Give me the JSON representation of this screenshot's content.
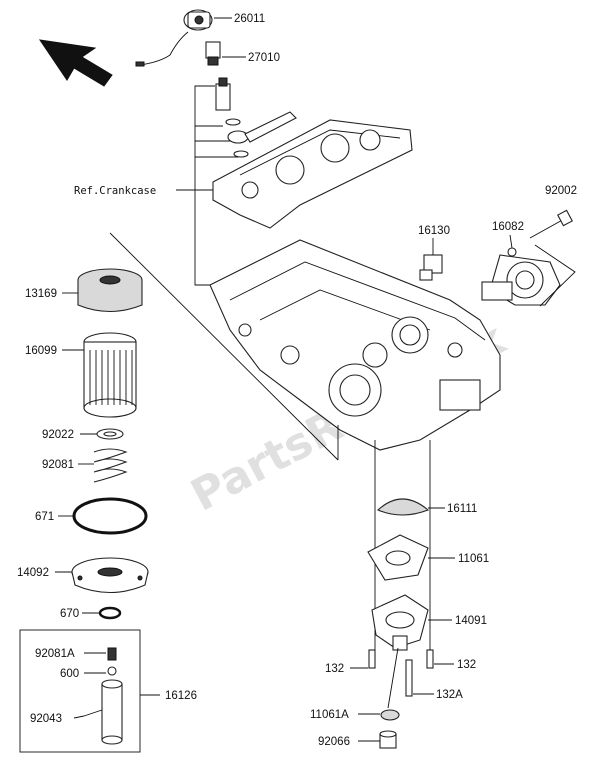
{
  "watermark": "PartsRepublik",
  "reference_label": "Ref.Crankcase",
  "callouts": {
    "c26011": "26011",
    "c27010": "27010",
    "c92002": "92002",
    "c16082": "16082",
    "c16130": "16130",
    "c13169": "13169",
    "c16099": "16099",
    "c92022": "92022",
    "c92081": "92081",
    "c671": "671",
    "c14092": "14092",
    "c670": "670",
    "c92081A": "92081A",
    "c600": "600",
    "c16126": "16126",
    "c92043": "92043",
    "c16111": "16111",
    "c11061": "11061",
    "c14091": "14091",
    "c132_left": "132",
    "c132_right": "132",
    "c132A": "132A",
    "c11061A": "11061A",
    "c92066": "92066"
  },
  "icons": {
    "front_arrow": "front-direction-arrow-icon"
  }
}
